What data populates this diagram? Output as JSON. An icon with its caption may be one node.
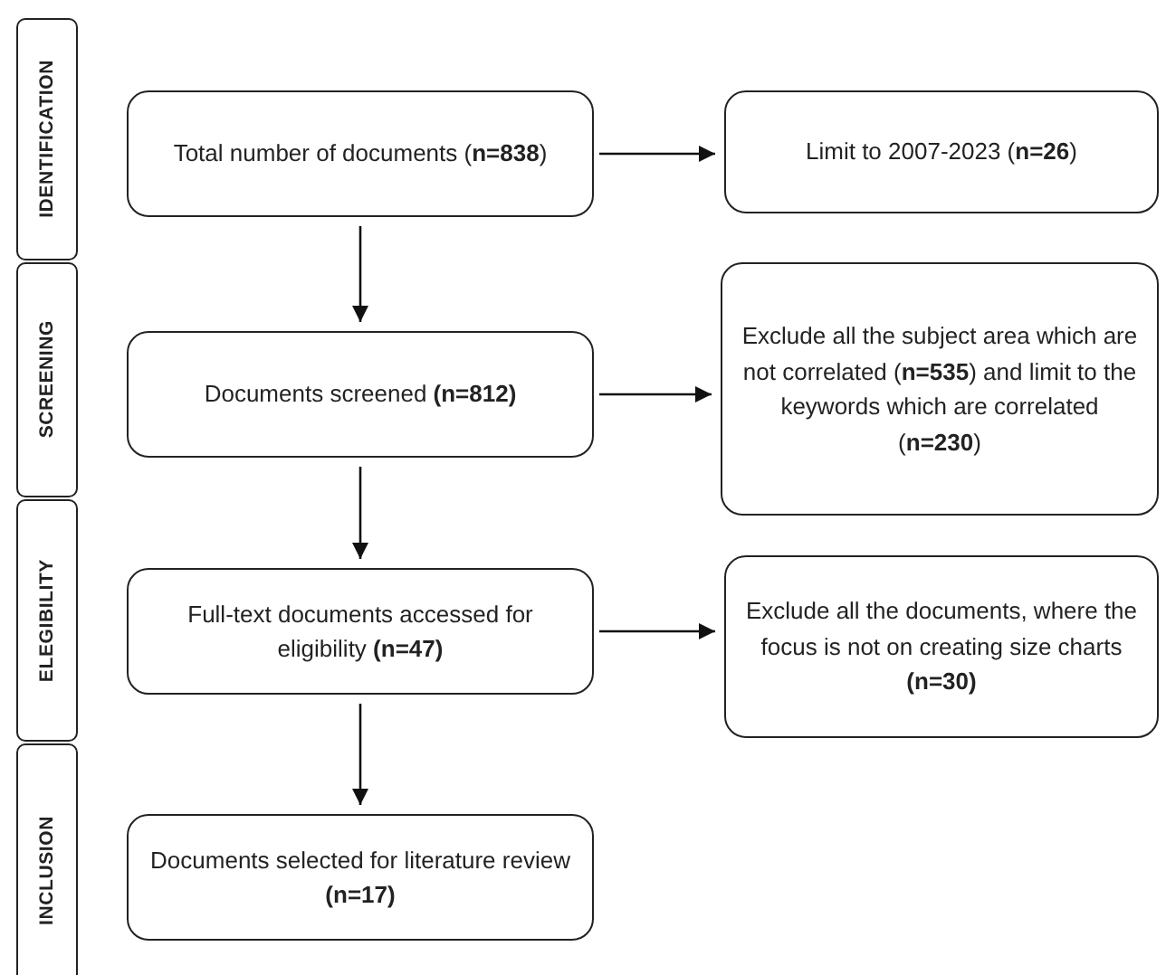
{
  "diagram": {
    "nodes": [
      {
        "text": [
          "IDENTIFICATION"
        ]
      },
      {
        "text": [
          "Total number of documents (**n=838**)"
        ]
      },
      {
        "text": [
          "Limit to 2007-2023 (**n=26**)"
        ]
      },
      {
        "text": [
          "SCREENING"
        ]
      },
      {
        "text": [
          "Documents screened **(n=812)**"
        ]
      },
      {
        "text": [
          "Exclude all the subject area which are not correlated (**n=535**) and limit to the keywords which are correlated (**n=230**)"
        ]
      },
      {
        "text": [
          "ELEGIBILITY"
        ]
      },
      {
        "text": [
          "Full-text documents accessed for eligibility **(n=47)**"
        ]
      },
      {
        "text": [
          "Exclude all the documents, where the focus is not on creating size charts **(n=30)**"
        ]
      },
      {
        "text": [
          "INCLUSION"
        ]
      },
      {
        "text": [
          "Documents selected for literature review **(n=17)**"
        ]
      }
    ],
    "edges": [
      {
        "from": 1,
        "to": 2,
        "arrow": "to"
      },
      {
        "from": 1,
        "to": 4,
        "arrow": "to"
      },
      {
        "from": 4,
        "to": 5,
        "arrow": "to"
      },
      {
        "from": 4,
        "to": 7,
        "arrow": "to"
      },
      {
        "from": 7,
        "to": 8,
        "arrow": "to"
      },
      {
        "from": 7,
        "to": 10,
        "arrow": "to"
      }
    ]
  }
}
